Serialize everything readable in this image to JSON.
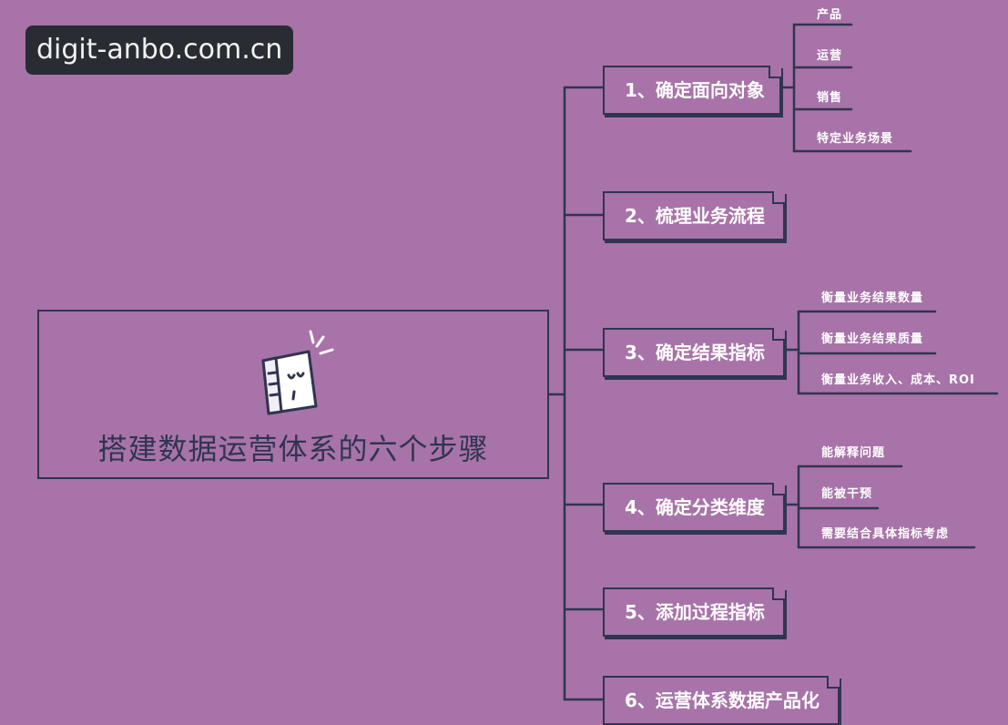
{
  "watermark": "digit-anbo.com.cn",
  "main_title": "搭建数据运营体系的六个步骤",
  "steps": [
    {
      "label": "1、确定面向对象",
      "children": [
        "产品",
        "运营",
        "销售",
        "特定业务场景"
      ]
    },
    {
      "label": "2、梳理业务流程",
      "children": []
    },
    {
      "label": "3、确定结果指标",
      "children": [
        "衡量业务结果数量",
        "衡量业务结果质量",
        "衡量业务收入、成本、ROI"
      ]
    },
    {
      "label": "4、确定分类维度",
      "children": [
        "能解释问题",
        "能被干预",
        "需要结合具体指标考虑"
      ]
    },
    {
      "label": "5、添加过程指标",
      "children": []
    },
    {
      "label": "6、运营体系数据产品化",
      "children": []
    }
  ],
  "colors": {
    "background": "#a873a8",
    "line": "#2f3550",
    "text": "#ffffff",
    "watermark_bg": "#2a2c33"
  }
}
